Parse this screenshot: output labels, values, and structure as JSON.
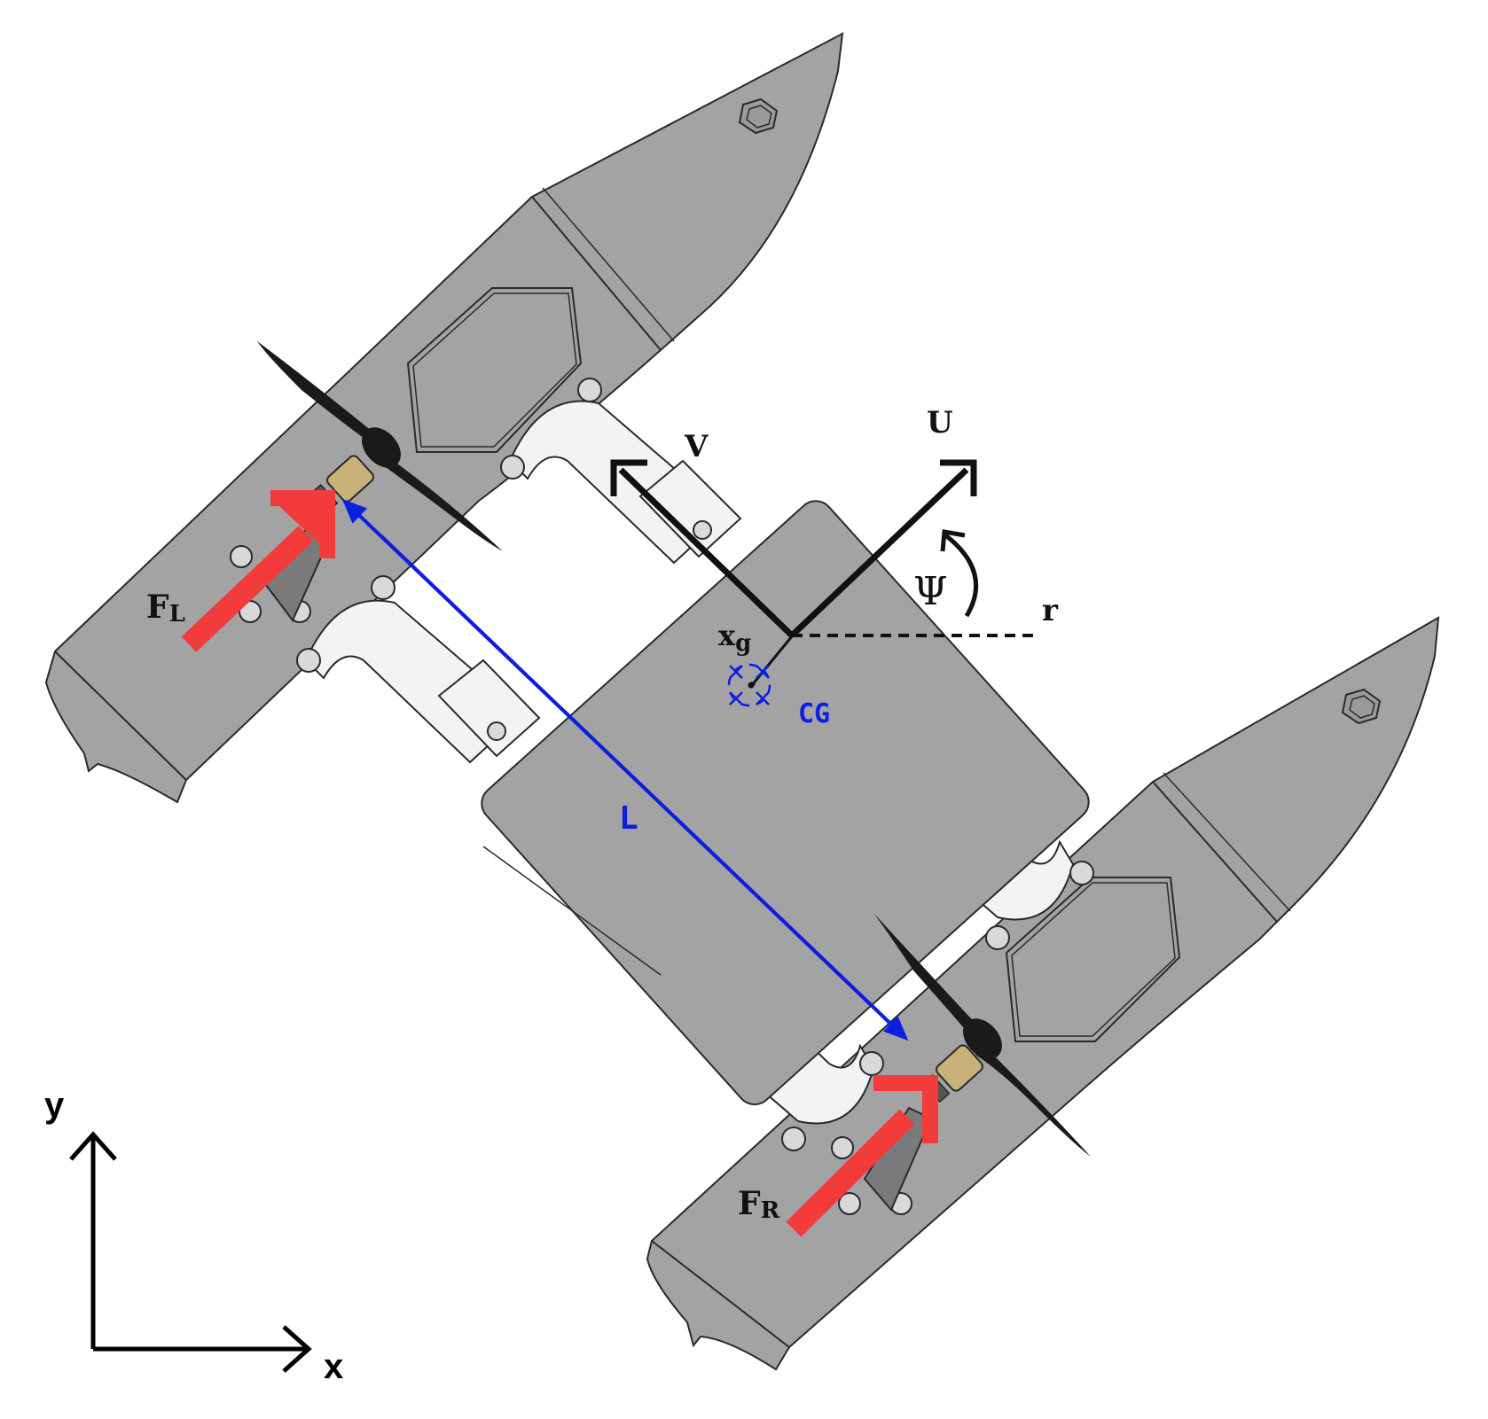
{
  "labels": {
    "surge": "U",
    "sway": "V",
    "yaw_angle": "Ψ",
    "yaw_rate": "r",
    "origin": "x",
    "origin_sub": "g",
    "cg": "CG",
    "length": "L",
    "force_left": "F",
    "force_left_sub": "L",
    "force_right": "F",
    "force_right_sub": "R",
    "axis_x": "x",
    "axis_y": "y"
  },
  "colors": {
    "hull": "#a3a3a3",
    "hull_dark": "#8e8e8e",
    "outline": "#2a2a2a",
    "bracket": "#f3f3f3",
    "force_arrow": "#f23b3b",
    "length_line": "#0b1fe0",
    "velocity_arrow": "#111111",
    "propeller": "#1a1a1a",
    "motor": "#c8b27a"
  }
}
